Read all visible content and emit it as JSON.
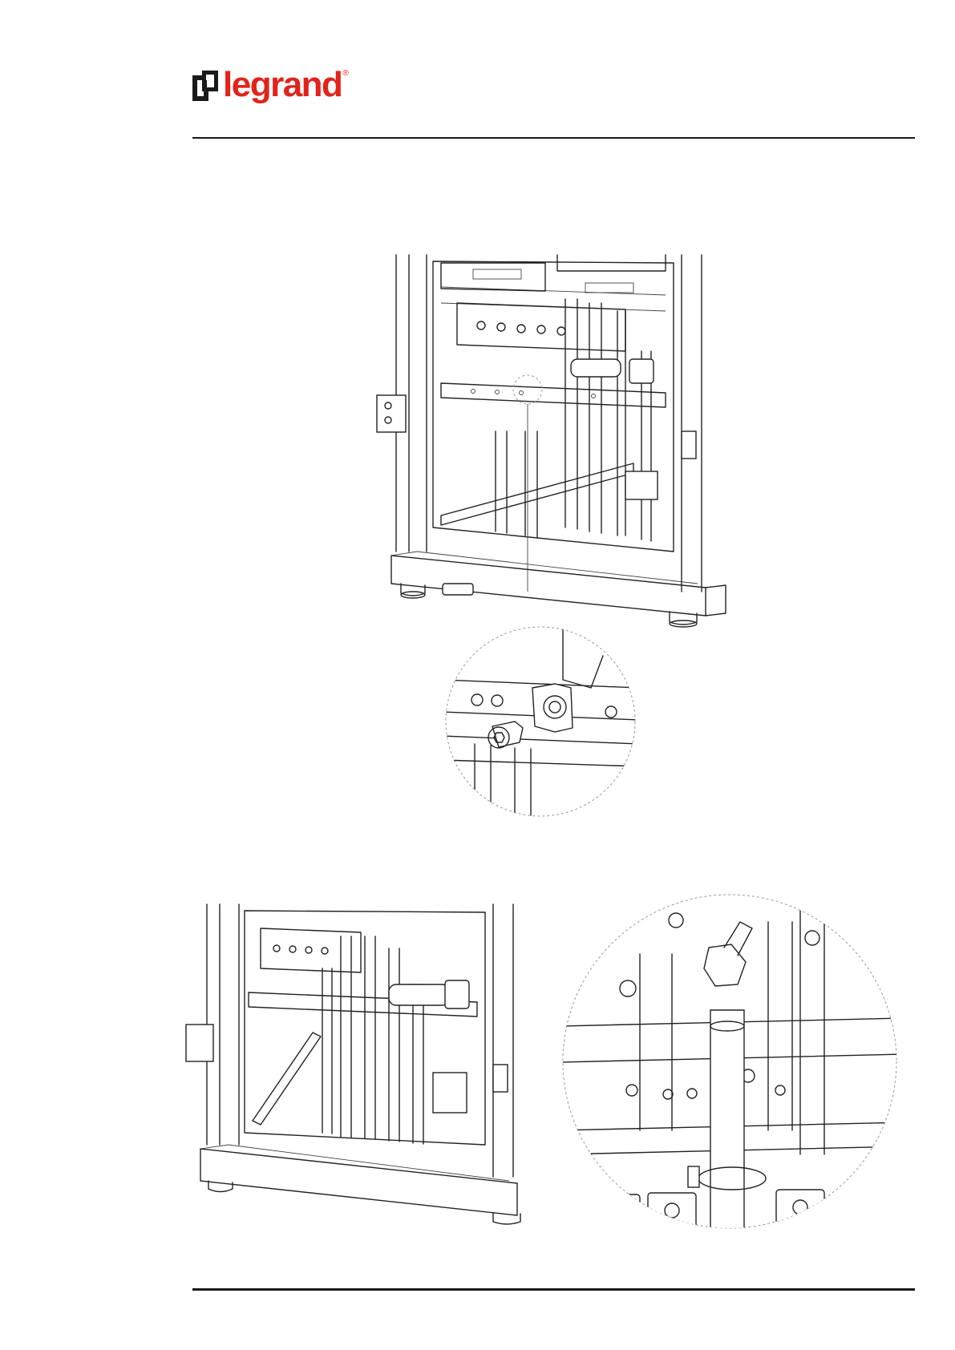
{
  "brand": {
    "name": "legrand",
    "registered_mark": "®",
    "color": "#e2231a"
  },
  "figures": [
    {
      "name": "cabinet-open-front-view",
      "icon": "cabinet-illustration"
    },
    {
      "name": "bracket-screw-detail",
      "icon": "zoom-detail-circle"
    },
    {
      "name": "cabinet-with-cable-installed",
      "icon": "cabinet-illustration"
    },
    {
      "name": "cable-clamp-detail",
      "icon": "zoom-detail-circle"
    }
  ]
}
